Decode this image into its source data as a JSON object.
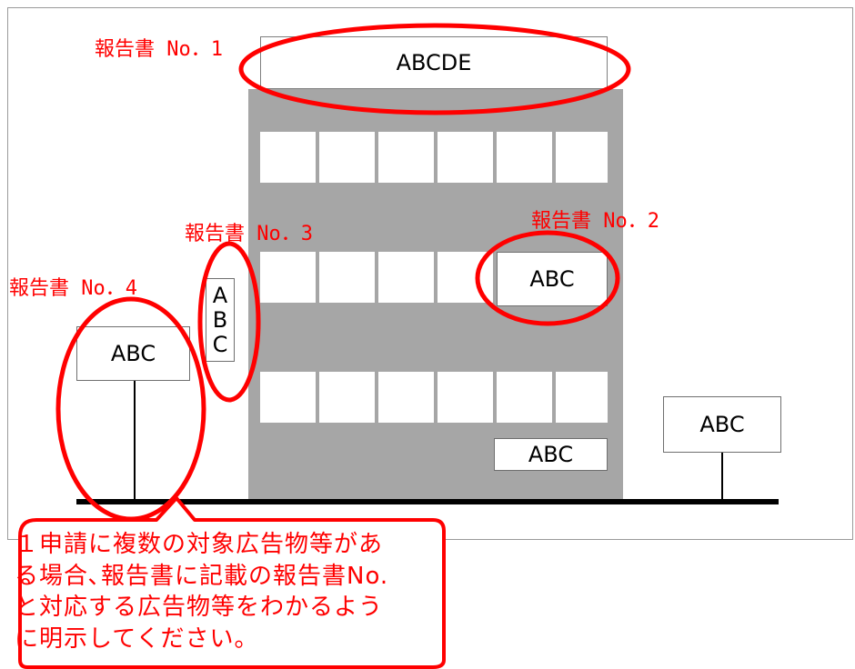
{
  "roof_sign": "ABCDE",
  "signs": {
    "wall_right": "ABC",
    "wall_bottom": "ABC",
    "pole_left": "ABC",
    "pole_right": "ABC",
    "vertical_chars": [
      "A",
      "B",
      "C"
    ]
  },
  "labels": {
    "no1": "報告書 No．1",
    "no2": "報告書 No．2",
    "no3": "報告書 No．3",
    "no4": "報告書 No．4"
  },
  "callout": {
    "lines": [
      "１申請に複数の対象広告物等があ",
      "る場合､報告書に記載の報告書No.",
      "と対応する広告物等をわかるよう",
      "に明示してください。"
    ]
  },
  "colors": {
    "highlight": "#ff0000",
    "building": "#a6a6a6"
  }
}
